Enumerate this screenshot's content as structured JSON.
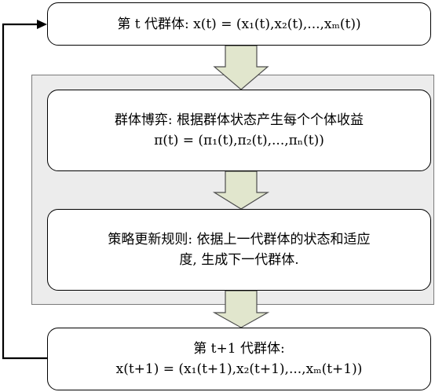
{
  "top_box": {
    "line1": "第 t 代群体: x(t) = (x₁(t),x₂(t),...,xₘ(t))"
  },
  "game_box": {
    "line1": "群体博弈: 根据群体状态产生每个个体收益",
    "line2": "π(t) = (π₁(t),π₂(t),...,πₙ(t))"
  },
  "update_box": {
    "line1": "策略更新规则: 依据上一代群体的状态和适应",
    "line2": "度, 生成下一代群体."
  },
  "bottom_box": {
    "line1": "第 t+1 代群体:",
    "line2": "x(t+1) = (x₁(t+1),x₂(t+1),...,xₘ(t+1))"
  },
  "colors": {
    "arrow_fill": "#e1e6cd",
    "panel_fill": "#ececec"
  }
}
